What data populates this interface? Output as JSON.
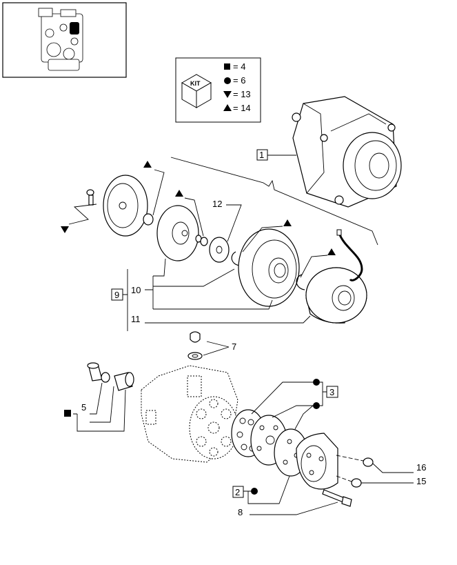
{
  "kit_legend": {
    "kit_text": "KIT",
    "entries": [
      {
        "symbol": "square",
        "label": "= 4"
      },
      {
        "symbol": "circle",
        "label": "= 6"
      },
      {
        "symbol": "triangle-down",
        "label": "= 13"
      },
      {
        "symbol": "triangle-up",
        "label": "= 14"
      }
    ]
  },
  "callouts": {
    "c1": "1",
    "c2": "2",
    "c3": "3",
    "c5": "5",
    "c7": "7",
    "c8": "8",
    "c9": "9",
    "c10": "10",
    "c11": "11",
    "c12": "12",
    "c15": "15",
    "c16": "16"
  }
}
